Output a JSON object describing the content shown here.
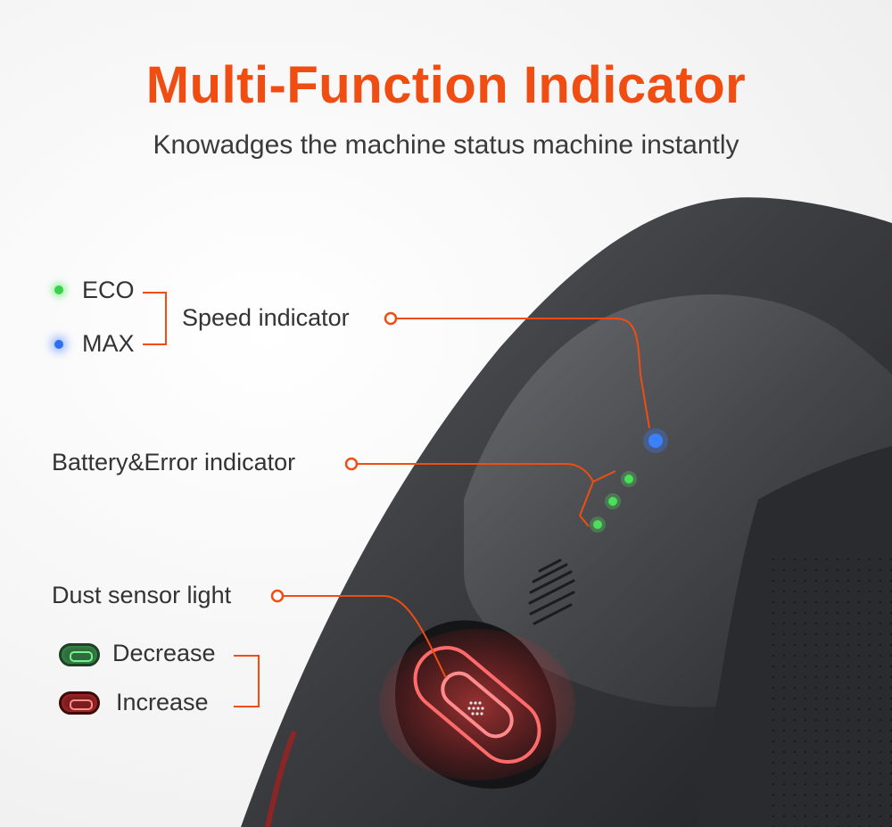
{
  "heading": {
    "title": "Multi-Function Indicator",
    "subtitle": "Knowadges the machine status machine instantly"
  },
  "speed": {
    "eco_label": "ECO",
    "max_label": "MAX",
    "indicator_label": "Speed indicator"
  },
  "battery": {
    "indicator_label": "Battery&Error indicator"
  },
  "dust": {
    "sensor_label": "Dust sensor light",
    "decrease_label": "Decrease",
    "increase_label": "Increase"
  },
  "colors": {
    "accent": "#f04d13",
    "eco_green": "#3ad14a",
    "max_blue": "#2c6ff0",
    "increase_red": "#e03b3b"
  }
}
